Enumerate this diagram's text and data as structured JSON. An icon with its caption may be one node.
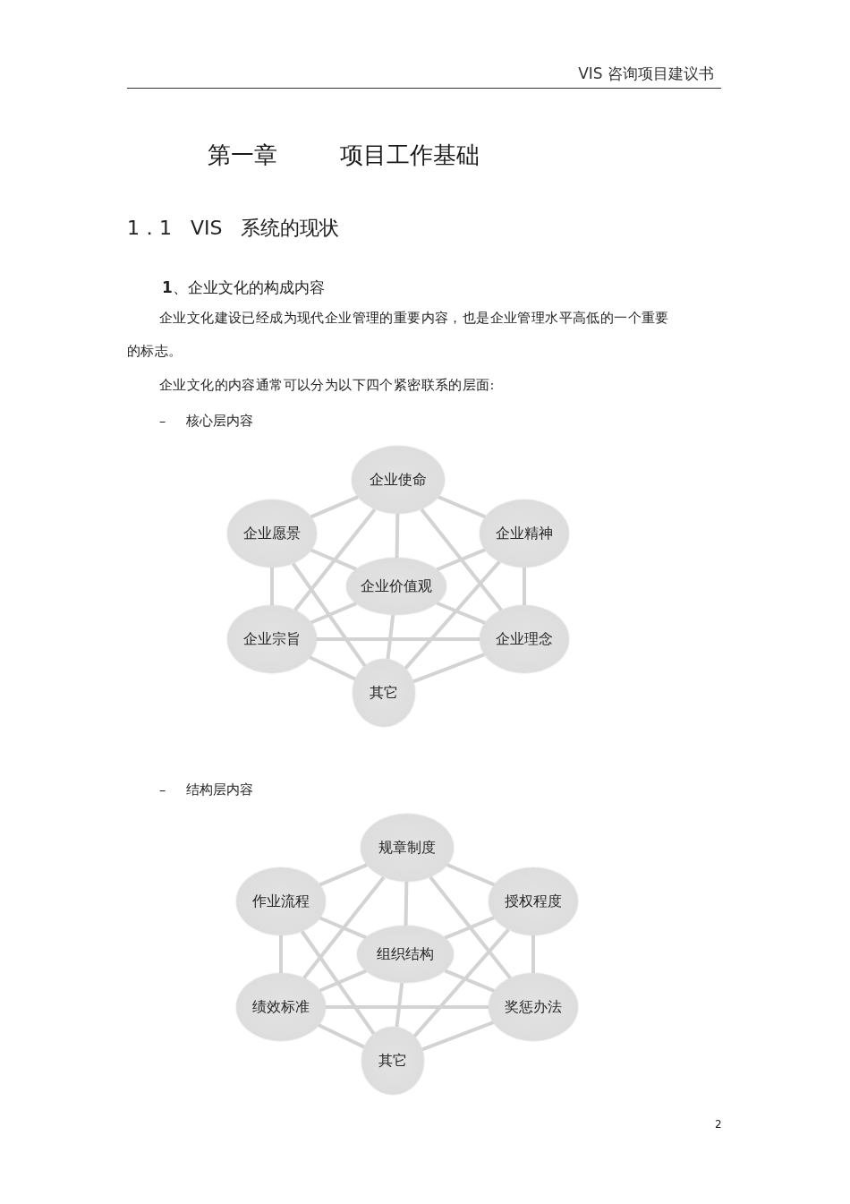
{
  "diagram": {
    "title": "第一章 项目工作基础",
    "nodes": [
      {
        "text": [
          "企业使命"
        ]
      },
      {
        "text": [
          "企业愿景"
        ]
      },
      {
        "text": [
          "企业精神"
        ]
      },
      {
        "text": [
          "企业价值观"
        ]
      },
      {
        "text": [
          "企业宗旨"
        ]
      },
      {
        "text": [
          "企业理念"
        ]
      },
      {
        "text": [
          "其它"
        ]
      },
      {
        "text": [
          "规章制度"
        ]
      },
      {
        "text": [
          "作业流程"
        ]
      },
      {
        "text": [
          "授权程度"
        ]
      },
      {
        "text": [
          "组织结构"
        ]
      },
      {
        "text": [
          "绩效标准"
        ]
      },
      {
        "text": [
          "奖惩办法"
        ]
      },
      {
        "text": [
          "其它"
        ]
      }
    ],
    "edges": [
      {
        "from": 0,
        "to": 1,
        "arrow": "none"
      },
      {
        "from": 0,
        "to": 2,
        "arrow": "none"
      },
      {
        "from": 0,
        "to": 3,
        "arrow": "none"
      },
      {
        "from": 0,
        "to": 4,
        "arrow": "none"
      },
      {
        "from": 0,
        "to": 5,
        "arrow": "none"
      },
      {
        "from": 1,
        "to": 3,
        "arrow": "none"
      },
      {
        "from": 1,
        "to": 4,
        "arrow": "none"
      },
      {
        "from": 1,
        "to": 6,
        "arrow": "none"
      },
      {
        "from": 2,
        "to": 3,
        "arrow": "none"
      },
      {
        "from": 2,
        "to": 5,
        "arrow": "none"
      },
      {
        "from": 2,
        "to": 6,
        "arrow": "none"
      },
      {
        "from": 3,
        "to": 4,
        "arrow": "none"
      },
      {
        "from": 3,
        "to": 5,
        "arrow": "none"
      },
      {
        "from": 3,
        "to": 6,
        "arrow": "none"
      },
      {
        "from": 4,
        "to": 5,
        "arrow": "none"
      },
      {
        "from": 4,
        "to": 6,
        "arrow": "none"
      },
      {
        "from": 5,
        "to": 6,
        "arrow": "none"
      },
      {
        "from": 7,
        "to": 8,
        "arrow": "none"
      },
      {
        "from": 7,
        "to": 9,
        "arrow": "none"
      },
      {
        "from": 7,
        "to": 10,
        "arrow": "none"
      },
      {
        "from": 7,
        "to": 11,
        "arrow": "none"
      },
      {
        "from": 7,
        "to": 12,
        "arrow": "none"
      },
      {
        "from": 8,
        "to": 10,
        "arrow": "none"
      },
      {
        "from": 8,
        "to": 11,
        "arrow": "none"
      },
      {
        "from": 8,
        "to": 13,
        "arrow": "none"
      },
      {
        "from": 9,
        "to": 10,
        "arrow": "none"
      },
      {
        "from": 9,
        "to": 12,
        "arrow": "none"
      },
      {
        "from": 9,
        "to": 13,
        "arrow": "none"
      },
      {
        "from": 10,
        "to": 11,
        "arrow": "none"
      },
      {
        "from": 10,
        "to": 12,
        "arrow": "none"
      },
      {
        "from": 10,
        "to": 13,
        "arrow": "none"
      },
      {
        "from": 11,
        "to": 12,
        "arrow": "none"
      },
      {
        "from": 11,
        "to": 13,
        "arrow": "none"
      },
      {
        "from": 12,
        "to": 13,
        "arrow": "none"
      }
    ],
    "labels": [
      "VIS 咨询项目建议书",
      "1．1 VIS 系统的现状",
      "**1**、企业文化的构成内容",
      "企业文化建设已经成为现代企业管理的重要内容，也是企业管理水平高低的一个重要的标志。",
      "企业文化的内容通常可以分为以下四个紧密联系的层面:",
      "– 核心层内容",
      "– 结构层内容",
      "2"
    ]
  }
}
